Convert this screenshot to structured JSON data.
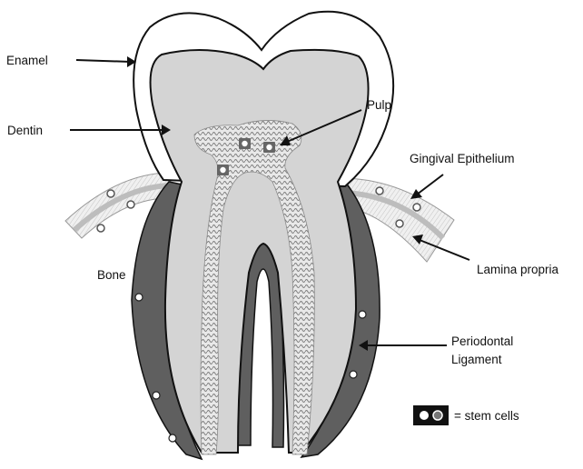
{
  "labels": {
    "enamel": "Enamel",
    "dentin": "Dentin",
    "pulp": "Pulp",
    "gingival_epithelium": "Gingival Epithelium",
    "lamina_propria": "Lamina propria",
    "bone": "Bone",
    "periodontal_ligament_line1": "Periodontal",
    "periodontal_ligament_line2": "Ligament",
    "legend_stem_cells": "= stem cells"
  },
  "colors": {
    "enamel_fill": "#ffffff",
    "dentin_fill": "#d4d4d4",
    "pulp_fill": "#e6e6e6",
    "ligament_fill": "#5f5f5f",
    "gingiva_fill": "#e3e3e3",
    "outline": "#111111"
  }
}
